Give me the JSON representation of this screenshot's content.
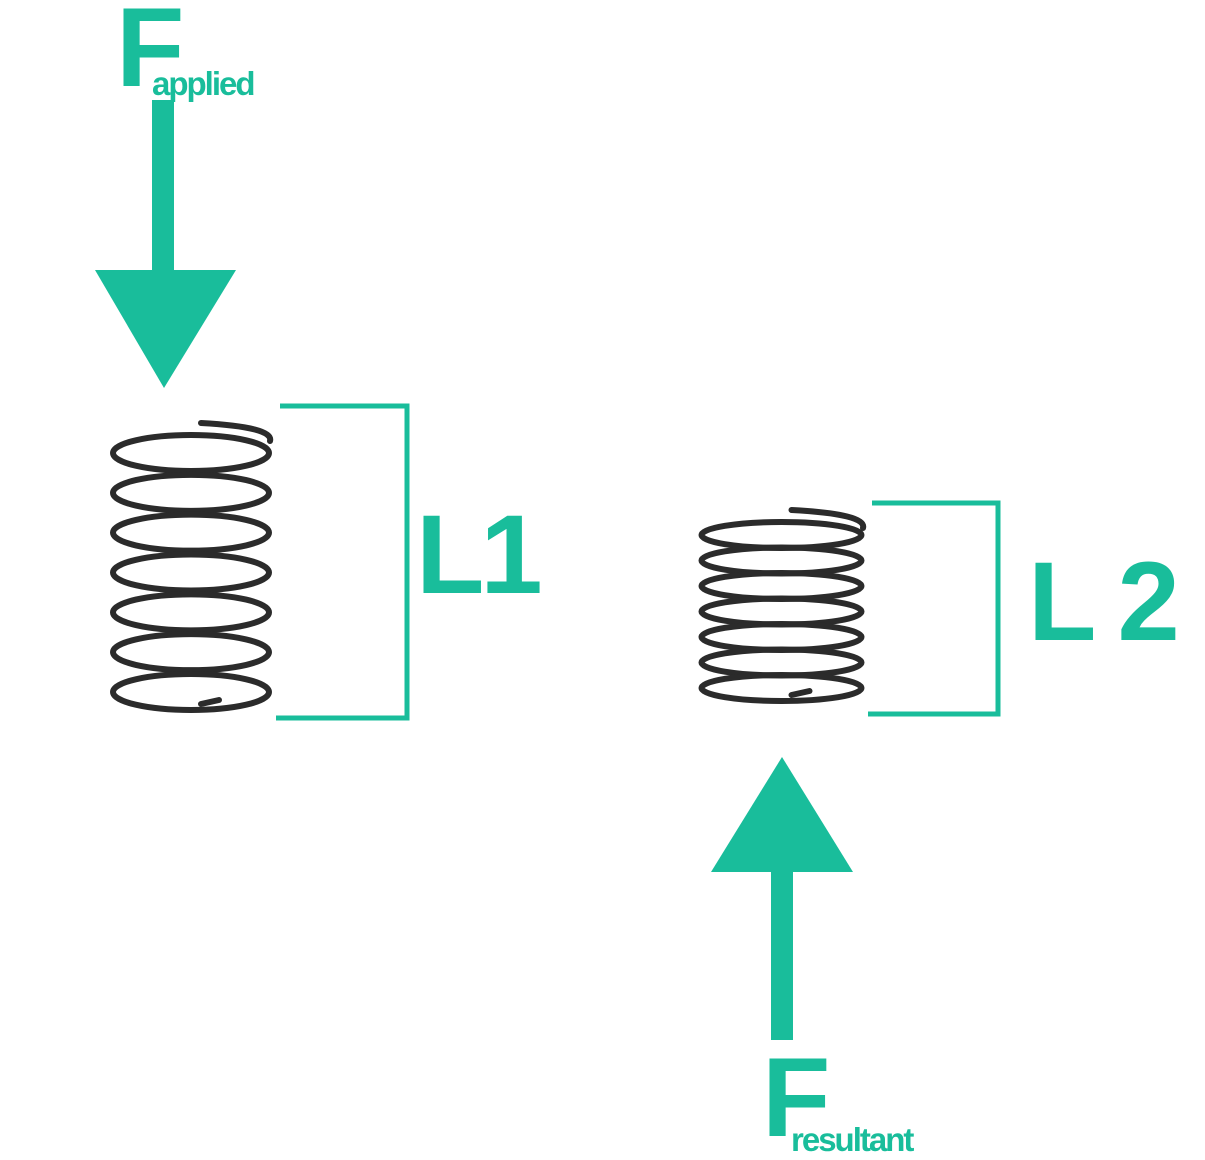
{
  "colors": {
    "accent": "#19bd9b",
    "spring": "#2b2b2b",
    "background": "#ffffff"
  },
  "applied_force": {
    "symbol": "F",
    "subscript": "applied",
    "direction": "down"
  },
  "resultant_force": {
    "symbol": "F",
    "subscript": "resultant",
    "direction": "up"
  },
  "springs": [
    {
      "length_label": "L1",
      "coil_count": 7,
      "state": "uncompressed"
    },
    {
      "length_label": "L 2",
      "coil_count": 7,
      "state": "compressed"
    }
  ]
}
